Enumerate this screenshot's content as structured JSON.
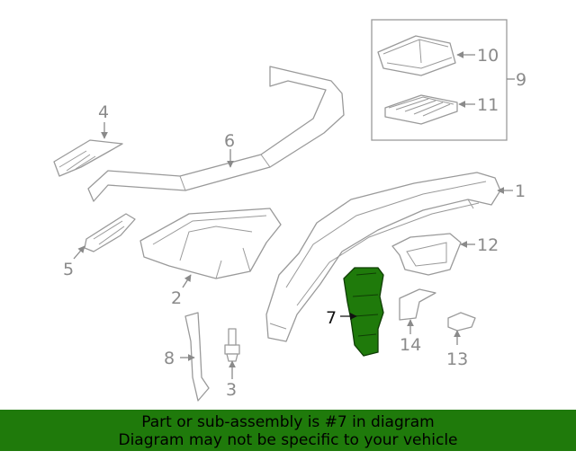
{
  "diagram": {
    "highlight_color": "#1f7a0b",
    "callouts": [
      "1",
      "2",
      "3",
      "4",
      "5",
      "6",
      "7",
      "8",
      "9",
      "10",
      "11",
      "12",
      "13",
      "14"
    ],
    "highlighted_callout": "7"
  },
  "banner": {
    "line1": "Part or sub-assembly is #7 in diagram",
    "line2": "Diagram may not be specific to your vehicle"
  }
}
